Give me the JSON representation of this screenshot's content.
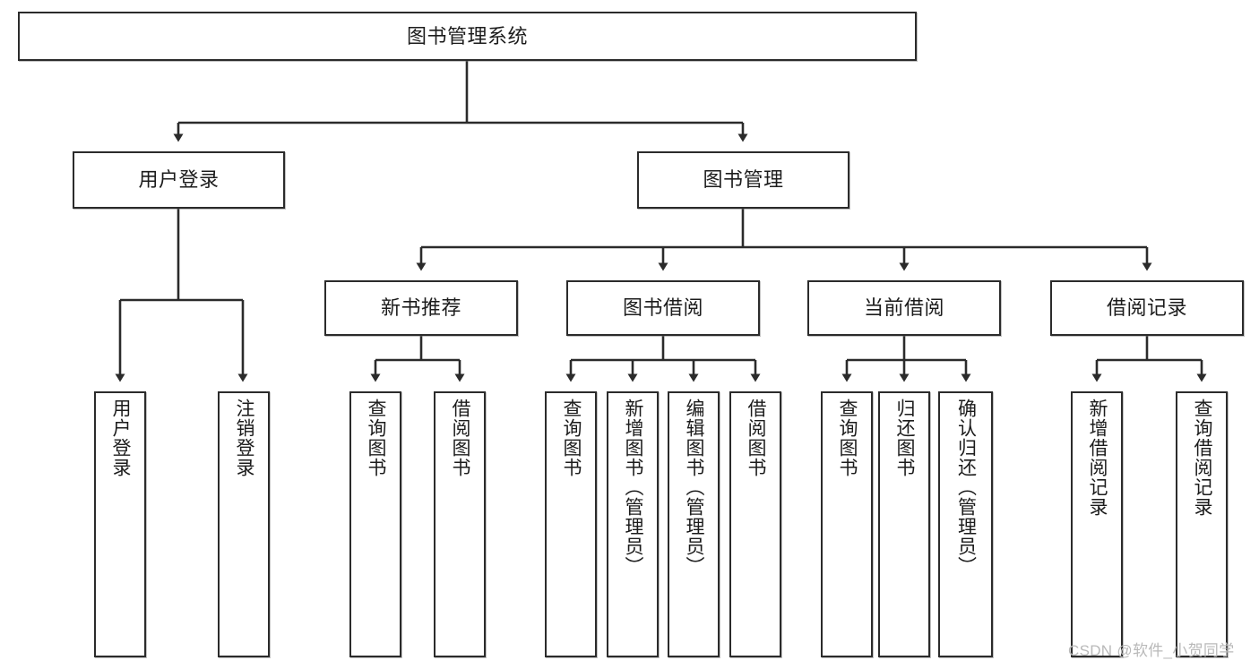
{
  "diagram": {
    "title": "图书管理系统",
    "type": "tree-hierarchy",
    "orientation": "top-down"
  },
  "root": {
    "label": "图书管理系统"
  },
  "level2": [
    {
      "label": "用户登录"
    },
    {
      "label": "图书管理"
    }
  ],
  "level3": [
    {
      "label": "新书推荐"
    },
    {
      "label": "图书借阅"
    },
    {
      "label": "当前借阅"
    },
    {
      "label": "借阅记录"
    }
  ],
  "leaves": {
    "user_login": [
      {
        "label": "用户登录"
      },
      {
        "label": "注销登录"
      }
    ],
    "new_book": [
      {
        "label": "查询图书"
      },
      {
        "label": "借阅图书"
      }
    ],
    "book_borrow": [
      {
        "label": "查询图书"
      },
      {
        "label": "新增图书（管理员）"
      },
      {
        "label": "编辑图书（管理员）"
      },
      {
        "label": "借阅图书"
      }
    ],
    "current_borrow": [
      {
        "label": "查询图书"
      },
      {
        "label": "归还图书"
      },
      {
        "label": "确认归还（管理员）"
      }
    ],
    "borrow_record": [
      {
        "label": "新增借阅记录"
      },
      {
        "label": "查询借阅记录"
      }
    ]
  },
  "watermark": {
    "text": "CSDN @软件_小贺同学"
  },
  "colors": {
    "line": "#2b2b2b",
    "box_fill": "#ffffff",
    "text": "#1c1c1c",
    "watermark": "#b9b9b9"
  }
}
